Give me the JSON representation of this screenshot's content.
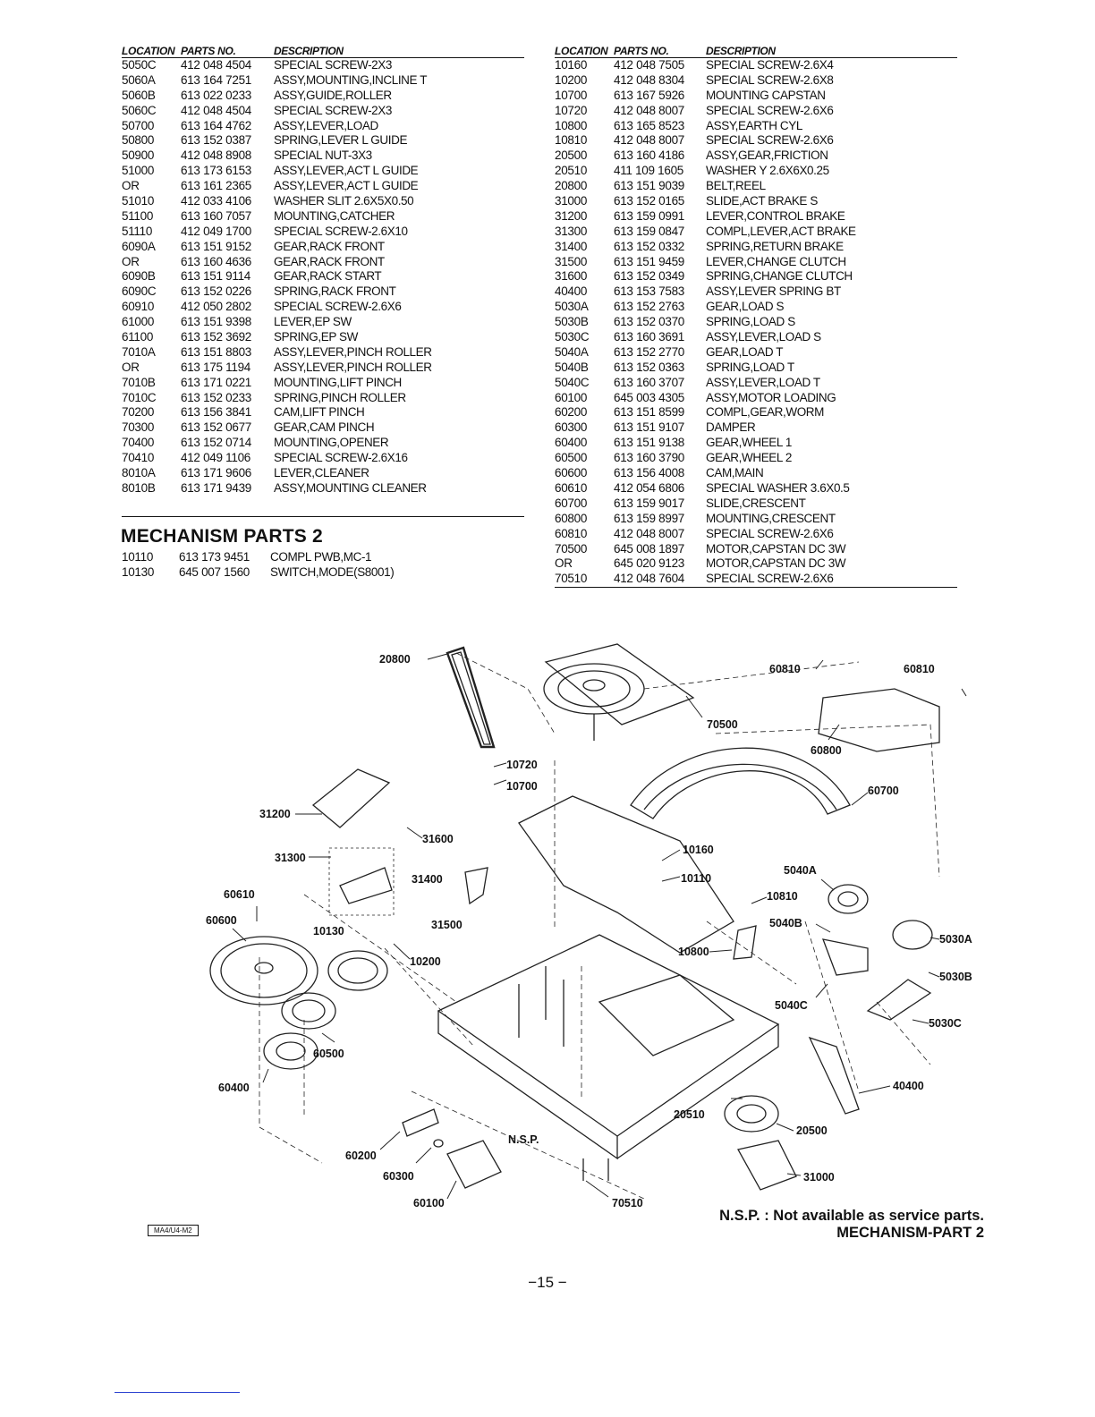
{
  "table_headers": {
    "location": "LOCATION",
    "parts_no": "PARTS NO.",
    "description": "DESCRIPTION"
  },
  "left_table": [
    {
      "loc": "5050C",
      "part": "412 048 4504",
      "desc": "SPECIAL SCREW-2X3"
    },
    {
      "loc": "5060A",
      "part": "613 164 7251",
      "desc": "ASSY,MOUNTING,INCLINE T"
    },
    {
      "loc": "5060B",
      "part": "613 022 0233",
      "desc": "ASSY,GUIDE,ROLLER"
    },
    {
      "loc": "5060C",
      "part": "412 048 4504",
      "desc": "SPECIAL SCREW-2X3"
    },
    {
      "loc": "50700",
      "part": "613 164 4762",
      "desc": "ASSY,LEVER,LOAD"
    },
    {
      "loc": "50800",
      "part": "613 152 0387",
      "desc": "SPRING,LEVER L GUIDE"
    },
    {
      "loc": "50900",
      "part": "412 048 8908",
      "desc": "SPECIAL NUT-3X3"
    },
    {
      "loc": "51000",
      "part": "613 173 6153",
      "desc": "ASSY,LEVER,ACT L GUIDE"
    },
    {
      "loc": "OR",
      "part": "613 161 2365",
      "desc": "ASSY,LEVER,ACT L GUIDE"
    },
    {
      "loc": "51010",
      "part": "412 033 4106",
      "desc": "WASHER SLIT 2.6X5X0.50"
    },
    {
      "loc": "51100",
      "part": "613 160 7057",
      "desc": "MOUNTING,CATCHER"
    },
    {
      "loc": "51110",
      "part": "412 049 1700",
      "desc": "SPECIAL SCREW-2.6X10"
    },
    {
      "loc": "6090A",
      "part": "613 151 9152",
      "desc": "GEAR,RACK FRONT"
    },
    {
      "loc": "OR",
      "part": "613 160 4636",
      "desc": "GEAR,RACK FRONT"
    },
    {
      "loc": "6090B",
      "part": "613 151 9114",
      "desc": "GEAR,RACK START"
    },
    {
      "loc": "6090C",
      "part": "613 152 0226",
      "desc": "SPRING,RACK FRONT"
    },
    {
      "loc": "60910",
      "part": "412 050 2802",
      "desc": "SPECIAL SCREW-2.6X6"
    },
    {
      "loc": "61000",
      "part": "613 151 9398",
      "desc": "LEVER,EP SW"
    },
    {
      "loc": "61100",
      "part": "613 152 3692",
      "desc": "SPRING,EP SW"
    },
    {
      "loc": "7010A",
      "part": "613 151 8803",
      "desc": "ASSY,LEVER,PINCH ROLLER"
    },
    {
      "loc": "OR",
      "part": "613 175 1194",
      "desc": "ASSY,LEVER,PINCH ROLLER"
    },
    {
      "loc": "7010B",
      "part": "613 171 0221",
      "desc": "MOUNTING,LIFT PINCH"
    },
    {
      "loc": "7010C",
      "part": "613 152 0233",
      "desc": "SPRING,PINCH ROLLER"
    },
    {
      "loc": "70200",
      "part": "613 156 3841",
      "desc": "CAM,LIFT PINCH"
    },
    {
      "loc": "70300",
      "part": "613 152 0677",
      "desc": "GEAR,CAM PINCH"
    },
    {
      "loc": "70400",
      "part": "613 152 0714",
      "desc": "MOUNTING,OPENER"
    },
    {
      "loc": "70410",
      "part": "412 049 1106",
      "desc": "SPECIAL SCREW-2.6X16"
    },
    {
      "loc": "8010A",
      "part": "613 171 9606",
      "desc": "LEVER,CLEANER"
    },
    {
      "loc": "8010B",
      "part": "613 171 9439",
      "desc": "ASSY,MOUNTING CLEANER"
    }
  ],
  "section2": {
    "title": "MECHANISM PARTS 2",
    "rows": [
      {
        "loc": "10110",
        "part": "613 173 9451",
        "desc": "COMPL PWB,MC-1"
      },
      {
        "loc": "10130",
        "part": "645 007 1560",
        "desc": "SWITCH,MODE(S8001)"
      }
    ]
  },
  "right_table": [
    {
      "loc": "10160",
      "part": "412 048 7505",
      "desc": "SPECIAL SCREW-2.6X4"
    },
    {
      "loc": "10200",
      "part": "412 048 8304",
      "desc": "SPECIAL SCREW-2.6X8"
    },
    {
      "loc": "10700",
      "part": "613 167 5926",
      "desc": "MOUNTING CAPSTAN"
    },
    {
      "loc": "10720",
      "part": "412 048 8007",
      "desc": "SPECIAL SCREW-2.6X6"
    },
    {
      "loc": "10800",
      "part": "613 165 8523",
      "desc": "ASSY,EARTH CYL"
    },
    {
      "loc": "10810",
      "part": "412 048 8007",
      "desc": "SPECIAL SCREW-2.6X6"
    },
    {
      "loc": "20500",
      "part": "613 160 4186",
      "desc": "ASSY,GEAR,FRICTION"
    },
    {
      "loc": "20510",
      "part": "411 109 1605",
      "desc": "WASHER Y 2.6X6X0.25"
    },
    {
      "loc": "20800",
      "part": "613 151 9039",
      "desc": "BELT,REEL"
    },
    {
      "loc": "31000",
      "part": "613 152 0165",
      "desc": "SLIDE,ACT BRAKE S"
    },
    {
      "loc": "31200",
      "part": "613 159 0991",
      "desc": "LEVER,CONTROL BRAKE"
    },
    {
      "loc": "31300",
      "part": "613 159 0847",
      "desc": "COMPL,LEVER,ACT BRAKE"
    },
    {
      "loc": "31400",
      "part": "613 152 0332",
      "desc": "SPRING,RETURN BRAKE"
    },
    {
      "loc": "31500",
      "part": "613 151 9459",
      "desc": "LEVER,CHANGE CLUTCH"
    },
    {
      "loc": "31600",
      "part": "613 152 0349",
      "desc": "SPRING,CHANGE CLUTCH"
    },
    {
      "loc": "40400",
      "part": "613 153 7583",
      "desc": "ASSY,LEVER SPRING BT"
    },
    {
      "loc": "5030A",
      "part": "613 152 2763",
      "desc": "GEAR,LOAD S"
    },
    {
      "loc": "5030B",
      "part": "613 152 0370",
      "desc": "SPRING,LOAD S"
    },
    {
      "loc": "5030C",
      "part": "613 160 3691",
      "desc": "ASSY,LEVER,LOAD S"
    },
    {
      "loc": "5040A",
      "part": "613 152 2770",
      "desc": "GEAR,LOAD T"
    },
    {
      "loc": "5040B",
      "part": "613 152 0363",
      "desc": "SPRING,LOAD T"
    },
    {
      "loc": "5040C",
      "part": "613 160 3707",
      "desc": "ASSY,LEVER,LOAD T"
    },
    {
      "loc": "60100",
      "part": "645 003 4305",
      "desc": "ASSY,MOTOR LOADING"
    },
    {
      "loc": "60200",
      "part": "613 151 8599",
      "desc": "COMPL,GEAR,WORM"
    },
    {
      "loc": "60300",
      "part": "613 151 9107",
      "desc": "DAMPER"
    },
    {
      "loc": "60400",
      "part": "613 151 9138",
      "desc": "GEAR,WHEEL 1"
    },
    {
      "loc": "60500",
      "part": "613 160 3790",
      "desc": "GEAR,WHEEL 2"
    },
    {
      "loc": "60600",
      "part": "613 156 4008",
      "desc": "CAM,MAIN"
    },
    {
      "loc": "60610",
      "part": "412 054 6806",
      "desc": "SPECIAL WASHER 3.6X0.5"
    },
    {
      "loc": "60700",
      "part": "613 159 9017",
      "desc": "SLIDE,CRESCENT"
    },
    {
      "loc": "60800",
      "part": "613 159 8997",
      "desc": "MOUNTING,CRESCENT"
    },
    {
      "loc": "60810",
      "part": "412 048 8007",
      "desc": "SPECIAL SCREW-2.6X6"
    },
    {
      "loc": "70500",
      "part": "645 008 1897",
      "desc": "MOTOR,CAPSTAN DC 3W"
    },
    {
      "loc": "OR",
      "part": "645 020 9123",
      "desc": "MOTOR,CAPSTAN DC 3W"
    },
    {
      "loc": "70510",
      "part": "412 048 7604",
      "desc": "SPECIAL SCREW-2.6X6"
    }
  ],
  "diagram_callouts": [
    "20800",
    "60810",
    "60810",
    "70500",
    "60800",
    "10720",
    "10700",
    "60700",
    "31200",
    "31600",
    "10160",
    "31300",
    "10110",
    "5040A",
    "31400",
    "10810",
    "60610",
    "60600",
    "31500",
    "5040B",
    "5030A",
    "10130",
    "10200",
    "10800",
    "5030B",
    "5040C",
    "5030C",
    "60500",
    "60400",
    "40400",
    "20510",
    "20500",
    "N.S.P.",
    "60200",
    "60300",
    "31000",
    "60100",
    "70510"
  ],
  "nsp_note": {
    "line1": "N.S.P. : Not available as service parts.",
    "line2": "MECHANISM-PART 2"
  },
  "ref_code": "MA4/U4-M2",
  "page_number": "−15 −"
}
